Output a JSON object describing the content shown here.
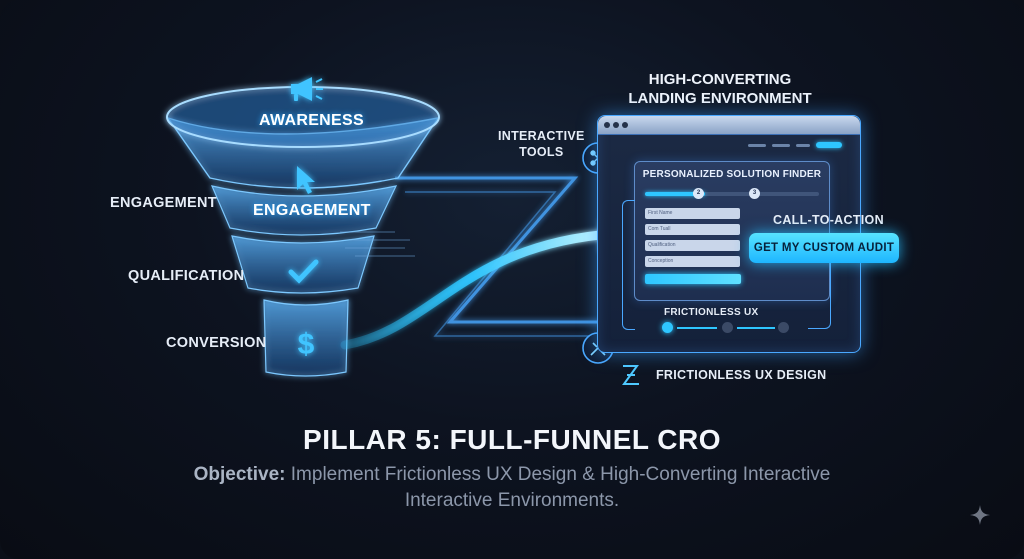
{
  "funnel": {
    "stages": [
      {
        "label": "AWARENESS",
        "icon": "megaphone-icon"
      },
      {
        "label": "ENGAGEMENT",
        "icon": "cursor-icon"
      },
      {
        "label": "",
        "icon": "checkmark-icon"
      },
      {
        "label": "",
        "icon": "dollar-icon"
      }
    ],
    "side_labels": [
      "ENGAGEMENT",
      "QUALIFICATION",
      "CONVERSION"
    ]
  },
  "landing": {
    "title_line1": "HIGH-CONVERTING",
    "title_line2": "LANDING ENVIRONMENT",
    "interactive_line1": "INTERACTIVE",
    "interactive_line2": "TOOLS",
    "panel_title": "PERSONALIZED SOLUTION FINDER",
    "progress_steps": [
      "2",
      "3"
    ],
    "fields": [
      "First Name",
      "Com Tuall",
      "Qualification",
      "Conception"
    ],
    "cta_label": "CALL-TO-ACTION",
    "cta_button": "GET MY CUSTOM AUDIT",
    "flow_label": "FRICTIONLESS UX",
    "design_label": "FRICTIONLESS UX DESIGN"
  },
  "footer": {
    "title": "PILLAR 5: FULL-FUNNEL CRO",
    "objective_label": "Objective:",
    "objective_line1": "Implement Frictionless UX Design & High-Converting Interactive",
    "objective_line2": "Interactive Environments."
  },
  "colors": {
    "accent": "#2ec6ff",
    "glow": "#4aa8ff",
    "background": "#0b0f18"
  }
}
